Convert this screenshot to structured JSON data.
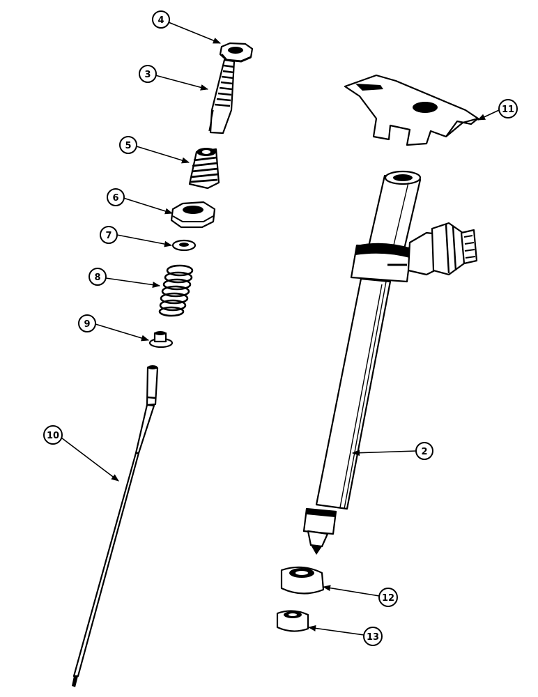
{
  "callouts": {
    "c2": "2",
    "c3": "3",
    "c4": "4",
    "c5": "5",
    "c6": "6",
    "c7": "7",
    "c8": "8",
    "c9": "9",
    "c10": "10",
    "c11": "11",
    "c12": "12",
    "c13": "13"
  }
}
